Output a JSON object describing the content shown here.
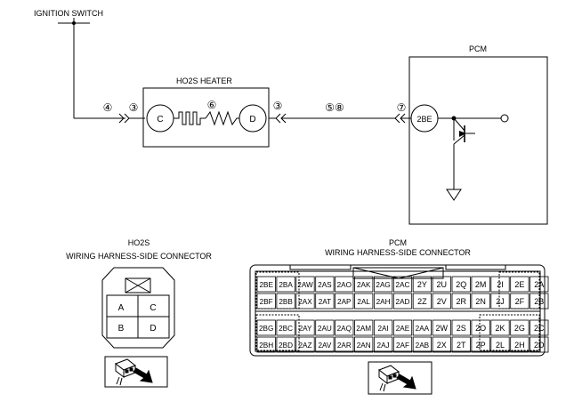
{
  "top": {
    "ignition_switch": "IGNITION SWITCH",
    "heater_title": "HO2S HEATER",
    "pcm_title": "PCM",
    "term_c": "C",
    "term_d": "D",
    "term_2be": "2BE",
    "m4": "④",
    "m3a": "③",
    "m6": "⑥",
    "m3b": "③",
    "m58": "⑤⑧",
    "m7": "⑦"
  },
  "ho2s_connector": {
    "title": "HO2S",
    "subtitle": "WIRING HARNESS-SIDE CONNECTOR",
    "pins": [
      "A",
      "C",
      "B",
      "D"
    ]
  },
  "pcm_connector": {
    "title": "PCM",
    "subtitle": "WIRING HARNESS-SIDE CONNECTOR",
    "rows": [
      [
        "2BE",
        "2BA",
        "2AW",
        "2AS",
        "2AO",
        "2AK",
        "2AG",
        "2AC",
        "2Y",
        "2U",
        "2Q",
        "2M",
        "2I",
        "2E",
        "2A"
      ],
      [
        "2BF",
        "2BB",
        "2AX",
        "2AT",
        "2AP",
        "2AL",
        "2AH",
        "2AD",
        "2Z",
        "2V",
        "2R",
        "2N",
        "2J",
        "2F",
        "2B"
      ],
      [
        "2BG",
        "2BC",
        "2AY",
        "2AU",
        "2AQ",
        "2AM",
        "2AI",
        "2AE",
        "2AA",
        "2W",
        "2S",
        "2O",
        "2K",
        "2G",
        "2C"
      ],
      [
        "2BH",
        "2BD",
        "2AZ",
        "2AV",
        "2AR",
        "2AN",
        "2AJ",
        "2AF",
        "2AB",
        "2X",
        "2T",
        "2P",
        "2L",
        "2H",
        "2D"
      ]
    ]
  }
}
